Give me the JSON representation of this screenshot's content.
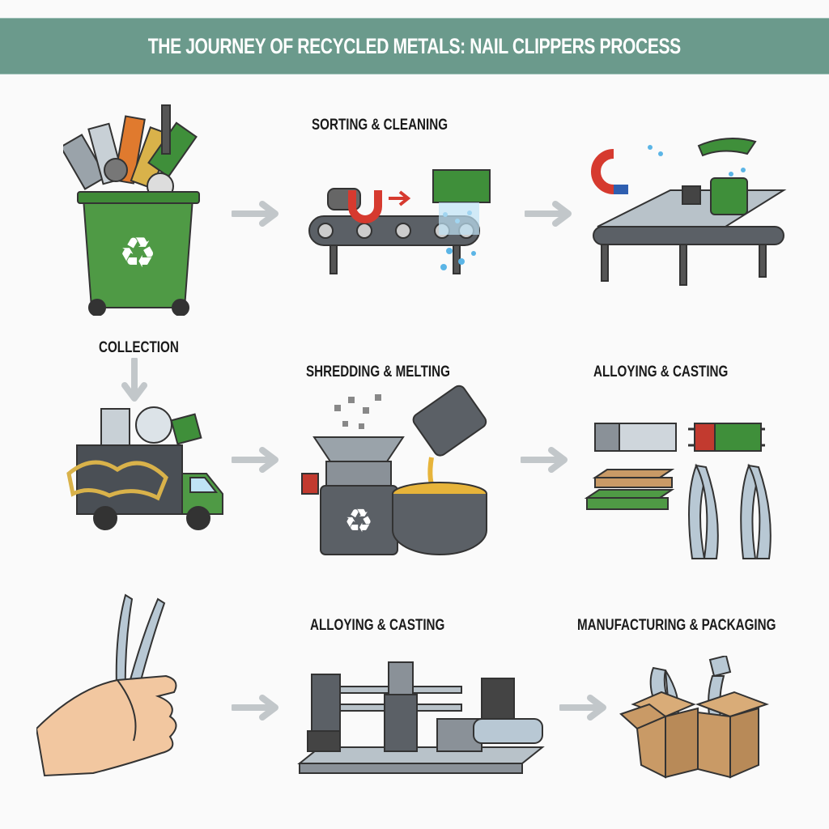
{
  "title": "THE JOURNEY OF RECYCLED METALS: NAIL CLIPPERS PROCESS",
  "steps": {
    "sorting": "SORTING & CLEANING",
    "collection": "COLLECTION",
    "shredding": "SHREDDING & MELTING",
    "alloying_1": "ALLOYING & CASTING",
    "alloying_2": "ALLOYING & CASTING",
    "manufacturing": "MANUFACTURING & PACKAGING"
  },
  "colors": {
    "banner": "#6b9a8c",
    "bin_green": "#4f9a45",
    "arrow": "#c2c7ca",
    "cardboard": "#c99a66",
    "metal": "#b8c8d4",
    "machine": "#5b6066"
  }
}
